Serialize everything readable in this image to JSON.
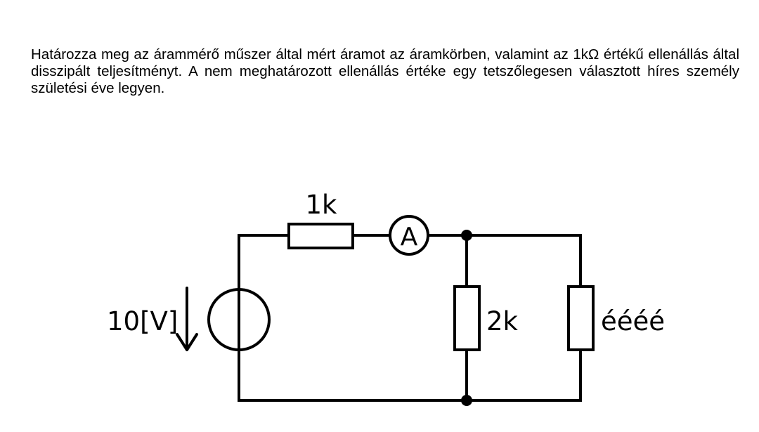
{
  "problem": {
    "text": "Határozza meg az árammérő műszer által mért áramot az áramkörben, valamint az 1kΩ értékű ellenállás által disszipált teljesítményt. A nem meghatározott ellenállás értéke egy tetszőlegesen választott híres személy születési éve legyen."
  },
  "circuit": {
    "source_label": "10[V]",
    "resistor_series_label": "1k",
    "ammeter_label": "A",
    "resistor_parallel1_label": "2k",
    "resistor_parallel2_label": "éééé",
    "stroke_color": "#000000"
  }
}
